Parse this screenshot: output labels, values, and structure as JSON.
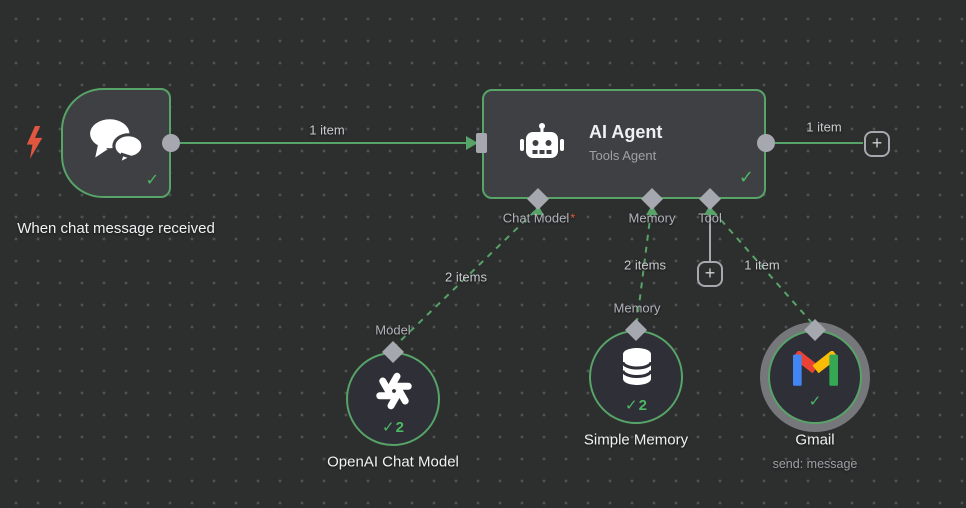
{
  "colors": {
    "canvas_bg": "#2d2e2e",
    "accent_green": "#57a368",
    "connector_gray": "#a6a8b0",
    "node_fill": "#3f4043",
    "subnode_fill": "#2e2f37",
    "check_green": "#4db863",
    "error_red": "#e0563f",
    "selection_ring": "#76777b",
    "gmail_red": "#EA4335",
    "gmail_blue": "#4285F4",
    "gmail_green": "#34A853",
    "gmail_yellow": "#FBBC05"
  },
  "icons": {
    "check": "✓",
    "plus": "+",
    "required_asterisk": "*"
  },
  "trigger": {
    "title": "When chat message received"
  },
  "agent": {
    "title": "AI Agent",
    "subtitle": "Tools Agent",
    "connectors": {
      "chat_model": "Chat Model",
      "memory": "Memory",
      "tool": "Tool"
    }
  },
  "edges": {
    "trigger_to_agent": "1 item",
    "agent_output": "1 item",
    "chat_model": "2 items",
    "memory": "2 items",
    "tool": "1 item"
  },
  "subnodes": {
    "openai": {
      "connector_label": "Model",
      "title": "OpenAI Chat Model",
      "run_count": "2"
    },
    "memory": {
      "connector_label": "Memory",
      "title": "Simple Memory",
      "run_count": "2"
    },
    "gmail": {
      "title": "Gmail",
      "subtitle": "send: message"
    }
  }
}
